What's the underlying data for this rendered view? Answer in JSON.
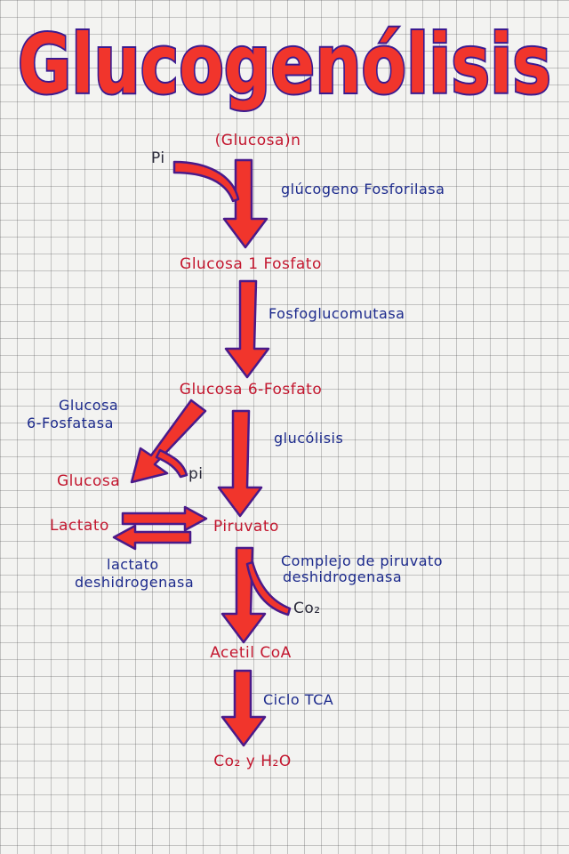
{
  "title": "Glucogenólisis",
  "nodes": {
    "glucosa_n": "(Glucosa)n",
    "pi_top": "Pi",
    "glucosa_1p": "Glucosa 1 Fosfato",
    "glucosa_6p": "Glucosa 6-Fosfato",
    "glucosa": "Glucosa",
    "pi_mid": "pi",
    "lactato": "Lactato",
    "piruvato": "Piruvato",
    "co2_mid": "Co₂",
    "acetil_coa": "Acetil CoA",
    "final": "Co₂ y H₂O"
  },
  "enzymes": {
    "glucogeno_fosforilasa": "glúcogeno Fosforilasa",
    "fosfoglucomutasa": "Fosfoglucomutasa",
    "glucosa_6_fosfatasa_line1": "Glucosa",
    "glucosa_6_fosfatasa_line2": "6-Fosfatasa",
    "glucolisis": "glucólisis",
    "lactato_dh_line1": "lactato",
    "lactato_dh_line2": "deshidrogenasa",
    "complejo_line1": "Complejo de piruvato",
    "complejo_line2": "deshidrogenasa",
    "ciclo_tca": "Ciclo TCA"
  },
  "colors": {
    "arrow_fill": "#f1352c",
    "arrow_stroke": "#4a1a8a",
    "compound_text": "#c3172f",
    "enzyme_text": "#1c2a8c"
  }
}
